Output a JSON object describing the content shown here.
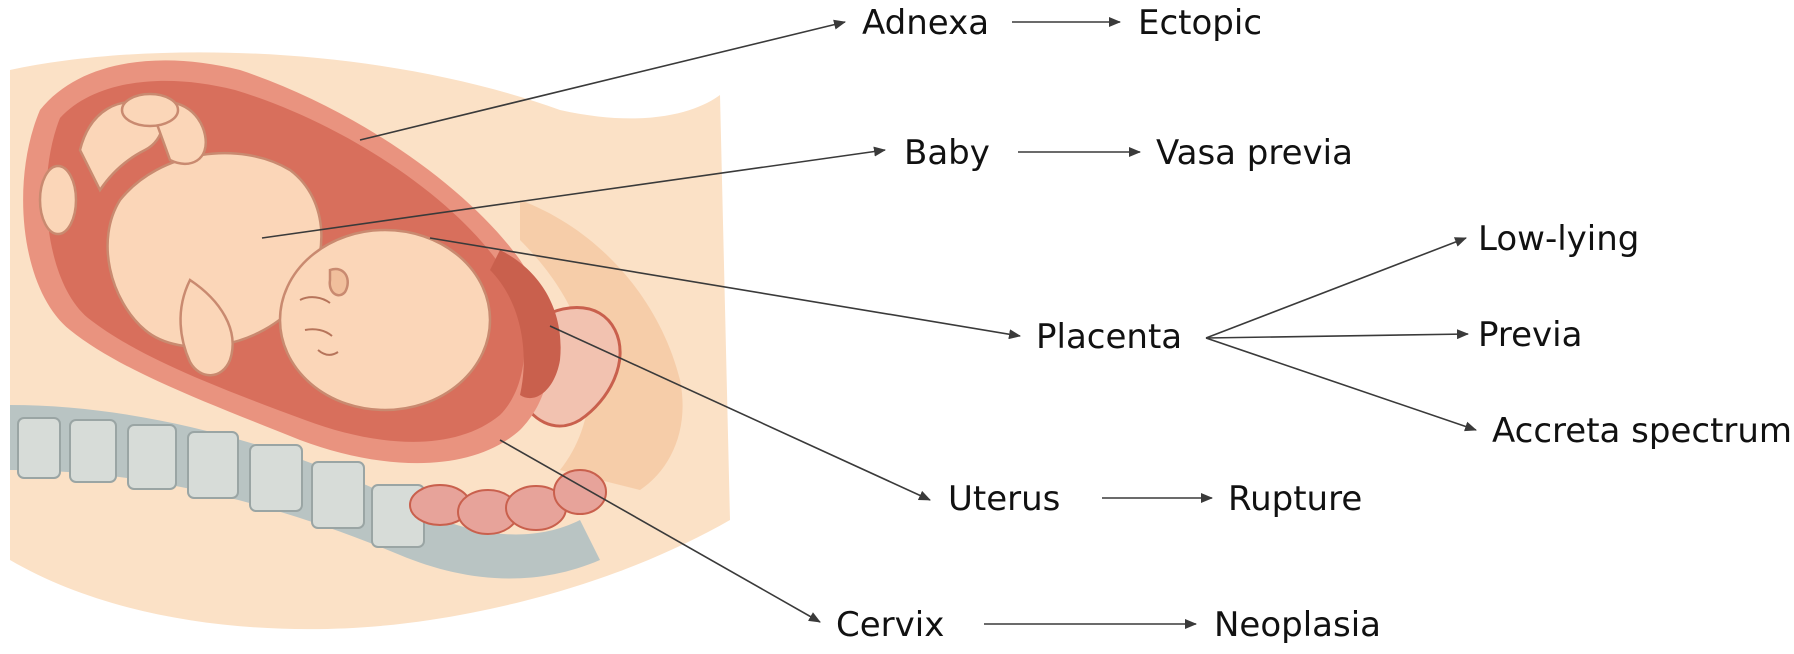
{
  "anatomy": {
    "labels": {
      "adnexa": "Adnexa",
      "baby": "Baby",
      "placenta": "Placenta",
      "uterus": "Uterus",
      "cervix": "Cervix"
    }
  },
  "conditions": {
    "ectopic": "Ectopic",
    "vasa_previa": "Vasa previa",
    "low_lying": "Low-lying",
    "previa": "Previa",
    "accreta_spectrum": "Accreta spectrum",
    "rupture": "Rupture",
    "neoplasia": "Neoplasia"
  },
  "colors": {
    "skin": "#fbe1c6",
    "skin_dark": "#f4c49c",
    "uterus": "#e9937f",
    "uterus_dark": "#c9604d",
    "amniotic": "#d86f5c",
    "spine": "#c8cfcf",
    "arrow": "#3a3a3a"
  }
}
